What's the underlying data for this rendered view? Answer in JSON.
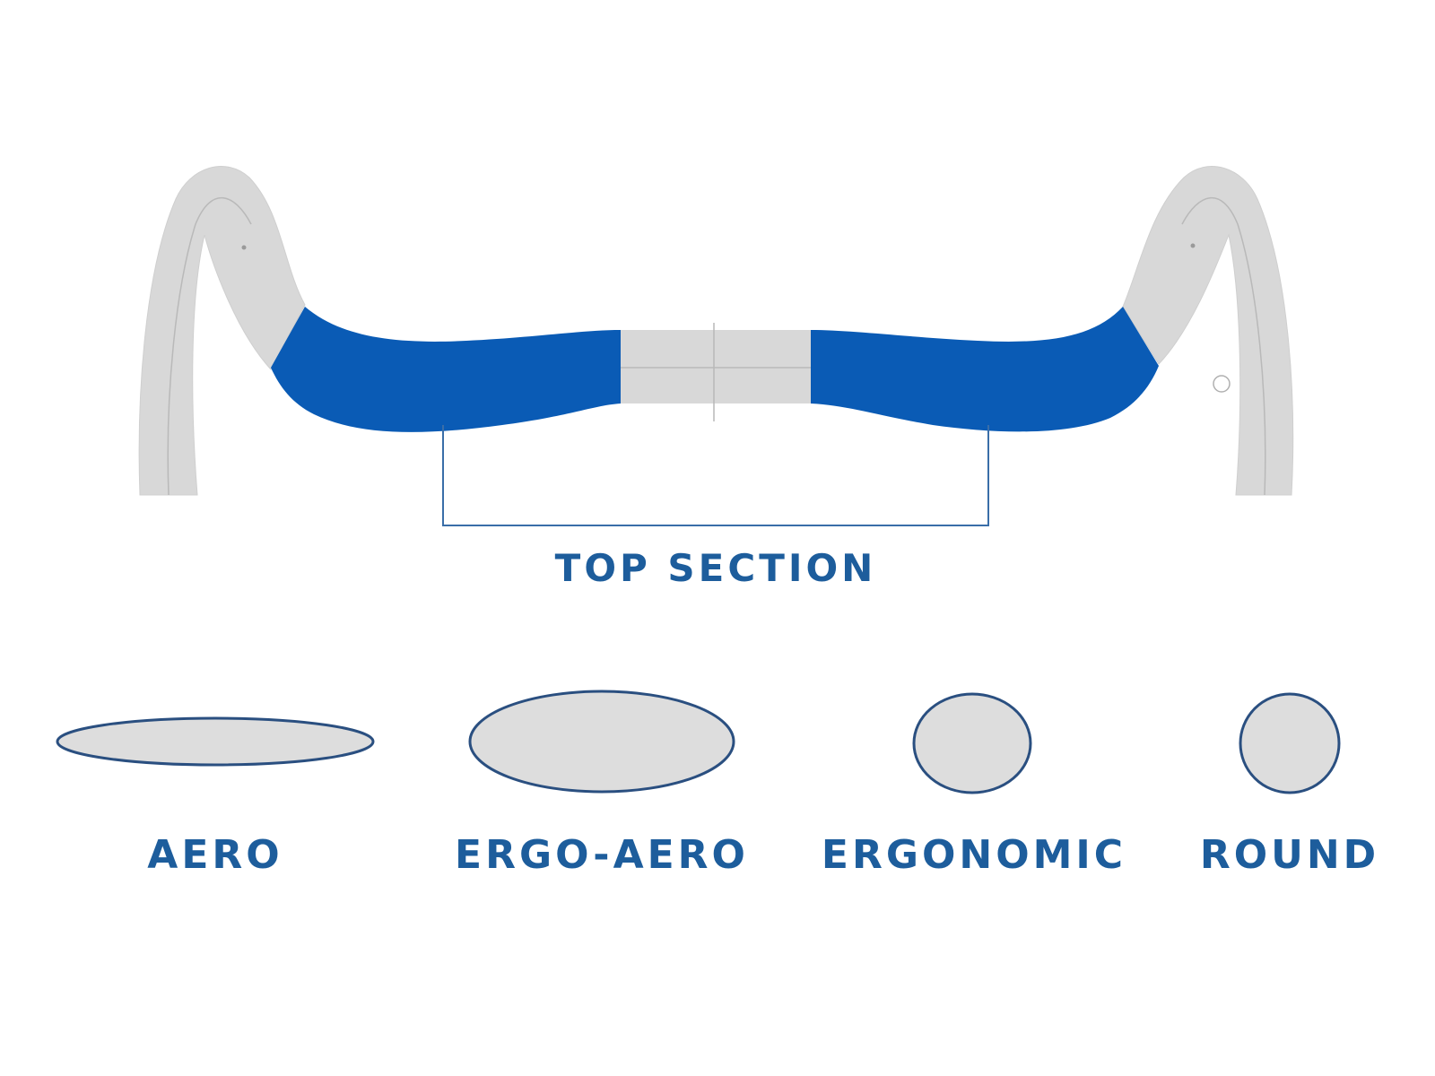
{
  "colors": {
    "bar_gray": "#d8d8d8",
    "bar_line": "#b9b9b9",
    "accent_blue": "#0a5bb5",
    "label_blue": "#1d5d9c",
    "bracket_blue": "#3a6ea8",
    "shape_outline": "#2a4f80",
    "shape_fill": "#dddddd"
  },
  "handlebar": {
    "top_section_label": "TOP SECTION"
  },
  "profiles": [
    {
      "id": "aero",
      "label": "AERO",
      "icon": "flat-ellipse"
    },
    {
      "id": "ergo-aero",
      "label": "ERGO-AERO",
      "icon": "wide-ellipse"
    },
    {
      "id": "ergonomic",
      "label": "ERGONOMIC",
      "icon": "oval"
    },
    {
      "id": "round",
      "label": "ROUND",
      "icon": "circle"
    }
  ]
}
